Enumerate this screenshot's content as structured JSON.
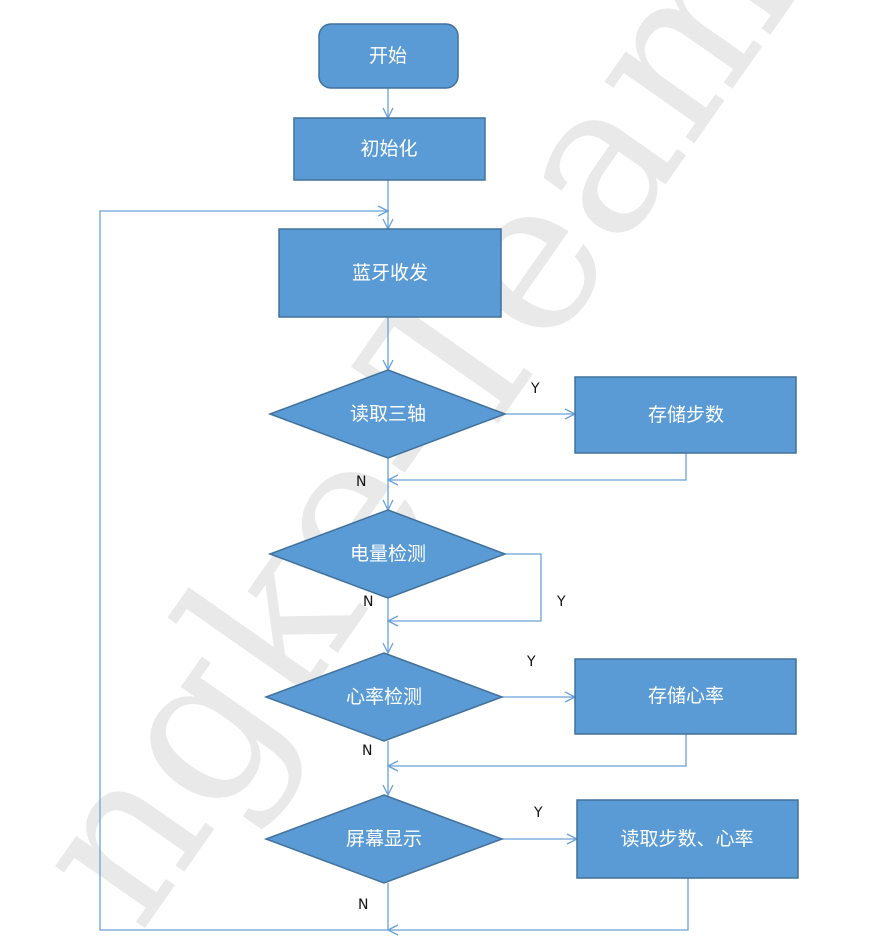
{
  "watermark": "ngke-Team",
  "nodes": {
    "start": "开始",
    "init": "初始化",
    "bluetooth": "蓝牙收发",
    "read_axis": "读取三轴",
    "store_steps": "存储步数",
    "battery": "电量检测",
    "heart_rate": "心率检测",
    "store_heart_rate": "存储心率",
    "display": "屏幕显示",
    "read_steps_heart_rate": "读取步数、心率"
  },
  "labels": {
    "read_axis_yes": "Y",
    "read_axis_no": "N",
    "battery_yes": "Y",
    "battery_no": "N",
    "heart_rate_yes": "Y",
    "heart_rate_no": "N",
    "display_yes": "Y",
    "display_no": "N"
  },
  "colors": {
    "node_fill": "#5b9bd5",
    "node_border": "#41719c",
    "edge": "#6aa1d8",
    "text": "#ffffff"
  }
}
